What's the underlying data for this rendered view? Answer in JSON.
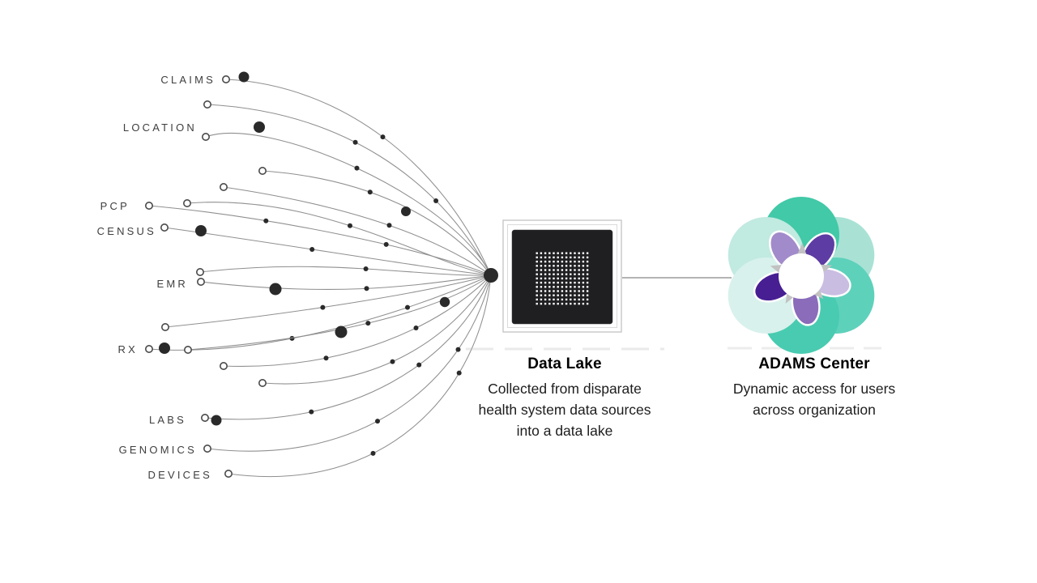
{
  "sources": {
    "items": [
      {
        "label": "CLAIMS"
      },
      {
        "label": "LOCATION"
      },
      {
        "label": "PCP"
      },
      {
        "label": "CENSUS"
      },
      {
        "label": "EMR"
      },
      {
        "label": "RX"
      },
      {
        "label": "LABS"
      },
      {
        "label": "GENOMICS"
      },
      {
        "label": "DEVICES"
      }
    ]
  },
  "data_lake": {
    "title": "Data Lake",
    "description": [
      "Collected from disparate",
      "health system data sources",
      "into a data lake"
    ]
  },
  "adams_center": {
    "title": "ADAMS Center",
    "description": [
      "Dynamic access for users",
      "across organization"
    ]
  },
  "colors": {
    "background": "#ffffff",
    "line": "#8f8f8f",
    "dot": "#2a2a2a",
    "endpoint_stroke": "#4a4a4a",
    "label_text": "#3e3e3e",
    "connector": "#9b9b9b",
    "streak": "#b5b5b5",
    "lake_frame_outer": "#c3c3c3",
    "lake_frame_inner": "#dadada",
    "lake_square": "#1f1f22",
    "lake_grid_dot": "#ffffff",
    "flower_teal_top": "#42c9a7",
    "flower_teal_top_right": "#a9e2d5",
    "flower_teal_bottom_right": "#5ed1bb",
    "flower_teal_bottom": "#49cbb1",
    "flower_teal_bottom_left": "#d8f1ec",
    "flower_teal_top_left": "#c1eae1",
    "flower_petal_right": "#c9bde2",
    "flower_petal_bottom": "#8a6cba",
    "flower_petal_left": "#471f93",
    "flower_petal_top_left": "#a18bca",
    "flower_petal_top_right": "#5d3ca3",
    "flower_triangle": "#c2c2c2",
    "flower_center": "#ffffff"
  }
}
